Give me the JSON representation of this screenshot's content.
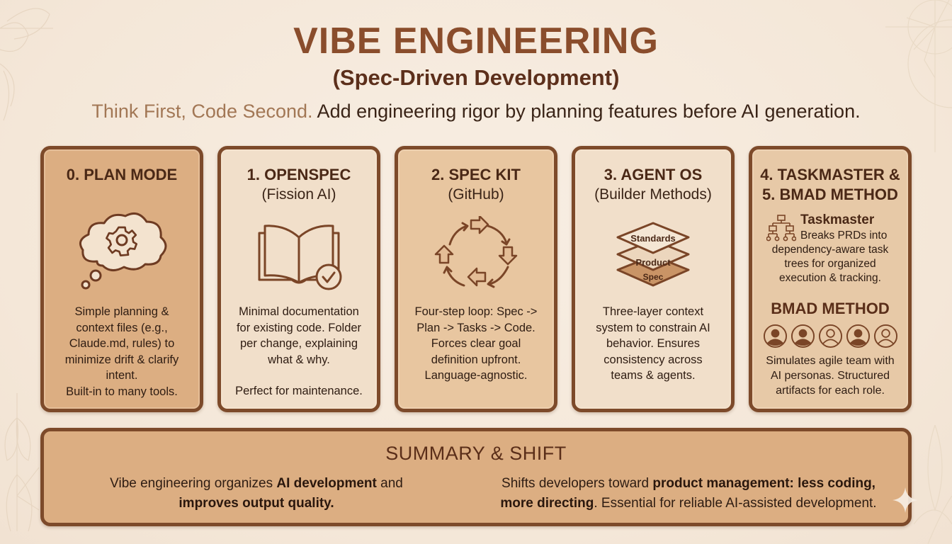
{
  "header": {
    "title": "VIBE ENGINEERING",
    "subtitle": "(Spec-Driven Development)",
    "tagline_accent": "Think First, Code Second.",
    "tagline_rest": " Add engineering rigor by planning features before AI generation."
  },
  "cards": [
    {
      "heading": "0. PLAN MODE",
      "subheading": "",
      "icon": "thought-cloud-gear-icon",
      "body": [
        "Simple planning &",
        "context files (e.g.,",
        "Claude.md, rules) to",
        "minimize drift & clarify",
        "intent.",
        "Built-in to many tools."
      ]
    },
    {
      "heading": "1. OPENSPEC",
      "subheading": "(Fission AI)",
      "icon": "open-book-check-icon",
      "body": [
        "Minimal documentation",
        "for existing code. Folder",
        "per change, explaining",
        "what & why.",
        "",
        "Perfect for maintenance."
      ]
    },
    {
      "heading": "2. SPEC KIT",
      "subheading": "(GitHub)",
      "icon": "cycle-arrows-icon",
      "body": [
        "Four-step loop: Spec ->",
        "Plan -> Tasks -> Code.",
        "Forces clear goal",
        "definition upfront.",
        "Language-agnostic."
      ]
    },
    {
      "heading": "3. AGENT OS",
      "subheading": "(Builder Methods)",
      "icon": "layer-stack-icon",
      "layers": [
        "Standards",
        "Product",
        "Spec"
      ],
      "body": [
        "Three-layer context",
        "system to constrain AI",
        "behavior. Ensures",
        "consistency across",
        "teams & agents."
      ]
    },
    {
      "heading_line1": "4. TASKMASTER &",
      "heading_line2": "5. BMAD METHOD",
      "taskmaster": {
        "title": "Taskmaster",
        "icon": "hierarchy-tree-icon",
        "body_first": "Breaks PRDs into",
        "body": [
          "dependency-aware task",
          "trees for organized",
          "execution & tracking."
        ]
      },
      "bmad": {
        "title": "BMAD METHOD",
        "personas": [
          "filled",
          "filled",
          "outline",
          "filled",
          "outline"
        ],
        "body": [
          "Simulates agile team with",
          "AI personas. Structured",
          "artifacts for each role."
        ]
      }
    }
  ],
  "summary": {
    "heading": "SUMMARY & SHIFT",
    "left": {
      "t1": "Vibe engineering organizes ",
      "b1": "AI development",
      "t2": " and",
      "b2": "improves output quality."
    },
    "right": {
      "t1": "Shifts developers toward ",
      "b1": "product management: less coding,",
      "b2": "more directing",
      "t2": ". Essential for reliable AI-assisted development."
    }
  },
  "colors": {
    "background": "#f6ebdf",
    "title": "#8a4d2c",
    "accent_text": "#a27755",
    "card_border": "#7d4a2a",
    "card_dark": "#dcae82",
    "card_light": "#f1dfca",
    "icon_stroke": "#7a4527"
  }
}
